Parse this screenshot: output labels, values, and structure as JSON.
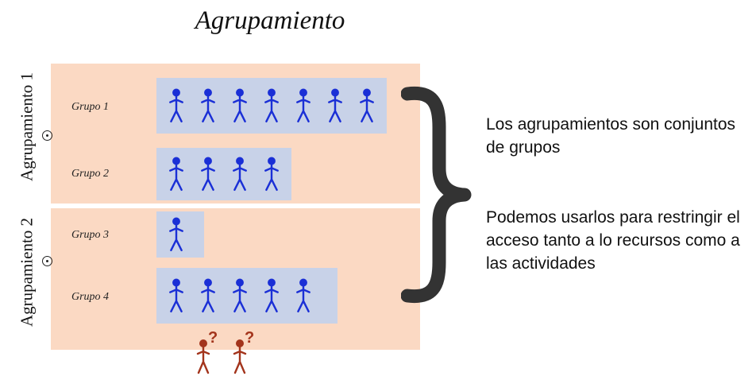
{
  "title": "Agrupamiento",
  "groupings": [
    {
      "label": "Agrupamiento 1",
      "groups": [
        {
          "label": "Grupo 1",
          "members": 7
        },
        {
          "label": "Grupo 2",
          "members": 4
        }
      ]
    },
    {
      "label": "Agrupamiento 2",
      "groups": [
        {
          "label": "Grupo 3",
          "members": 1
        },
        {
          "label": "Grupo 4",
          "members": 5
        }
      ]
    }
  ],
  "explanation": [
    "Los agrupamientos son conjuntos de grupos",
    "Podemos usarlos para restringir el acceso tanto a lo recursos como a las actividades"
  ],
  "ungrouped_users": {
    "count": 2,
    "mark": "?"
  },
  "colors": {
    "band": "#fbd9c3",
    "group_box": "#c8d2e8",
    "member": "#1a2fd6",
    "ungrouped": "#a3341c"
  }
}
